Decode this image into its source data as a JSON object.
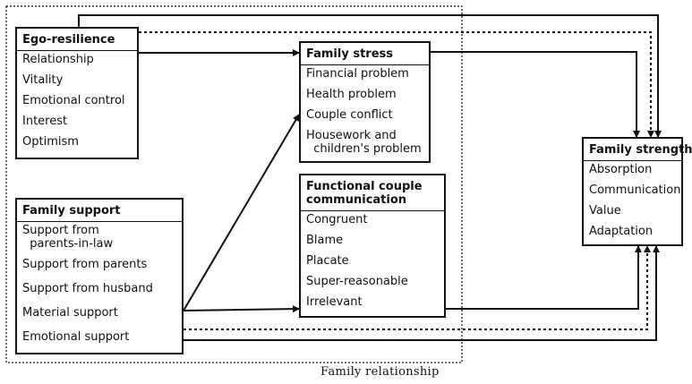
{
  "diagram": {
    "region_label": "Family relationship",
    "boxes": {
      "ego_resilience": {
        "title": "Ego-resilience",
        "items": [
          "Relationship",
          "Vitality",
          "Emotional control",
          "Interest",
          "Optimism"
        ]
      },
      "family_support": {
        "title": "Family support",
        "items": [
          "Support from\n  parents-in-law",
          "Support from parents",
          "Support from husband",
          "Material support",
          "Emotional support"
        ]
      },
      "family_stress": {
        "title": "Family stress",
        "items": [
          "Financial problem",
          "Health problem",
          "Couple conflict",
          "Housework and\n  children's problem"
        ]
      },
      "functional_couple_communication": {
        "title": "Functional couple\ncommunication",
        "items": [
          "Congruent",
          "Blame",
          "Placate",
          "Super-reasonable",
          "Irrelevant"
        ]
      },
      "family_strength": {
        "title": "Family strength",
        "items": [
          "Absorption",
          "Communication",
          "Value",
          "Adaptation"
        ]
      }
    }
  }
}
